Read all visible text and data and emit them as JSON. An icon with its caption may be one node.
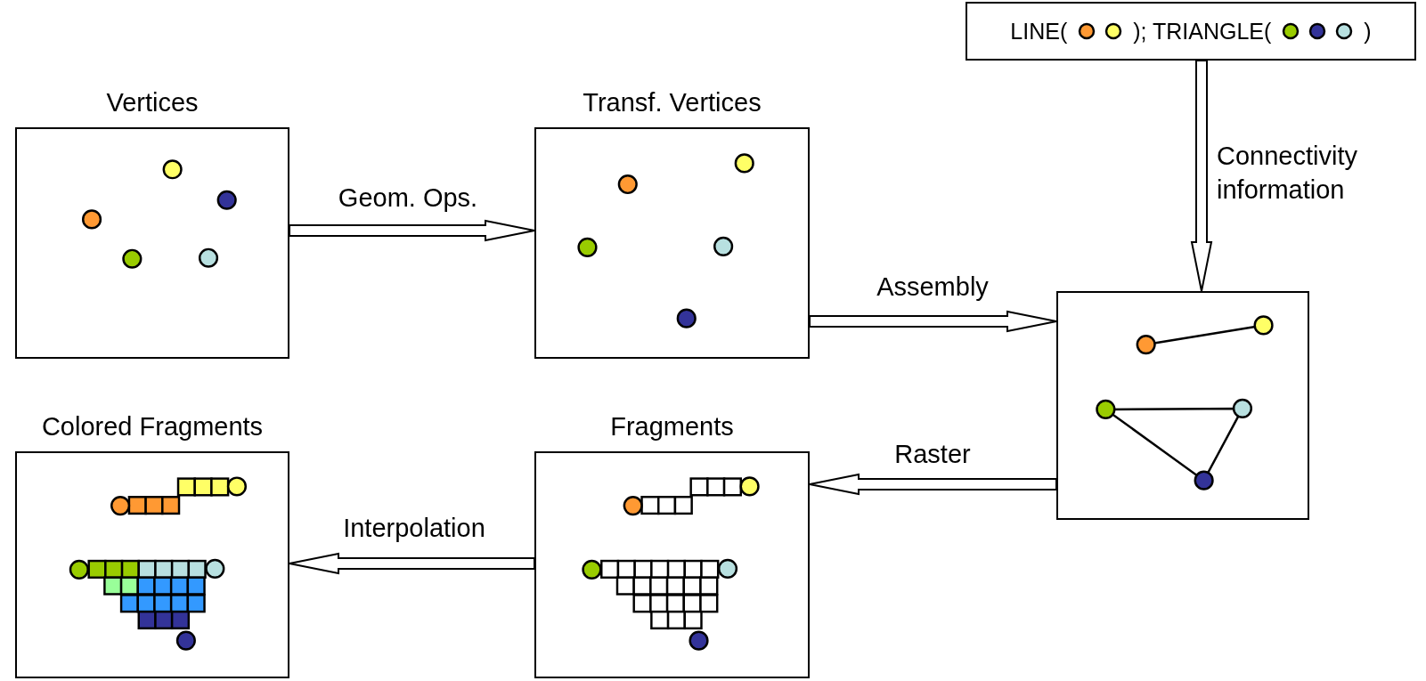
{
  "diagram": {
    "nodes": [
      {
        "text": [
          "LINE(",
          "); TRIANGLE(",
          ")"
        ]
      },
      {
        "text": [
          "Vertices"
        ]
      },
      {
        "text": [
          "Transf. Vertices"
        ]
      },
      {
        "text": [],
        "shape": "box"
      },
      {
        "text": [
          "Colored Fragments"
        ]
      },
      {
        "text": [
          "Fragments"
        ]
      }
    ],
    "edges": [
      {
        "from": 1,
        "to": 2,
        "arrow": "to",
        "label": "Geom. Ops."
      },
      {
        "from": 2,
        "to": 3,
        "arrow": "to",
        "label": "Assembly"
      },
      {
        "from": 0,
        "to": 3,
        "arrow": "to",
        "label": "Connectivity information"
      },
      {
        "from": 3,
        "to": 5,
        "arrow": "to",
        "label": "Raster"
      },
      {
        "from": 5,
        "to": 4,
        "arrow": "to",
        "label": "Interpolation"
      }
    ]
  }
}
